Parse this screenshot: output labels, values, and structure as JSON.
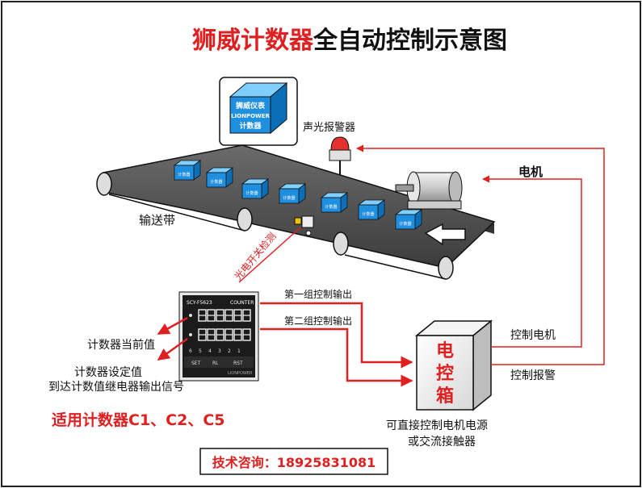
{
  "title": {
    "brand": "狮威计数器",
    "rest": "全自动控制示意图"
  },
  "product_box": {
    "line1": "狮威仪表",
    "line2": "LIONPOWER",
    "line3": "计数器"
  },
  "small_box_label": "计数器",
  "labels": {
    "alarm": "声光报警器",
    "motor": "电机",
    "conveyor": "输送带",
    "sensor": "光电开关检测",
    "group1": "第一组控制输出",
    "group2": "第二组控制输出",
    "ctrl_motor": "控制电机",
    "ctrl_alarm": "控制报警",
    "current_value": "计数器当前值",
    "set_value": "计数器设定值",
    "relay_note": "到达计数值继电器输出信号",
    "applicable": "适用计数器C1、C2、C5",
    "power_line1": "可直接控制电机电源",
    "power_line2": "或交流接触器"
  },
  "control_box": {
    "c1": "电",
    "c2": "控",
    "c3": "箱"
  },
  "device": {
    "model": "SCY-F5623",
    "header": "COUNTER",
    "keys": [
      "SET",
      "RL",
      "RST"
    ],
    "brand_small": "LIONPOWER",
    "indicators": [
      "6",
      "5",
      "4",
      "3",
      "2",
      "1"
    ]
  },
  "contact": "技术咨询：18925831081",
  "colors": {
    "red": "#e02020",
    "dark": "#1a1a1a",
    "box_blue": "#1f8fe0"
  }
}
